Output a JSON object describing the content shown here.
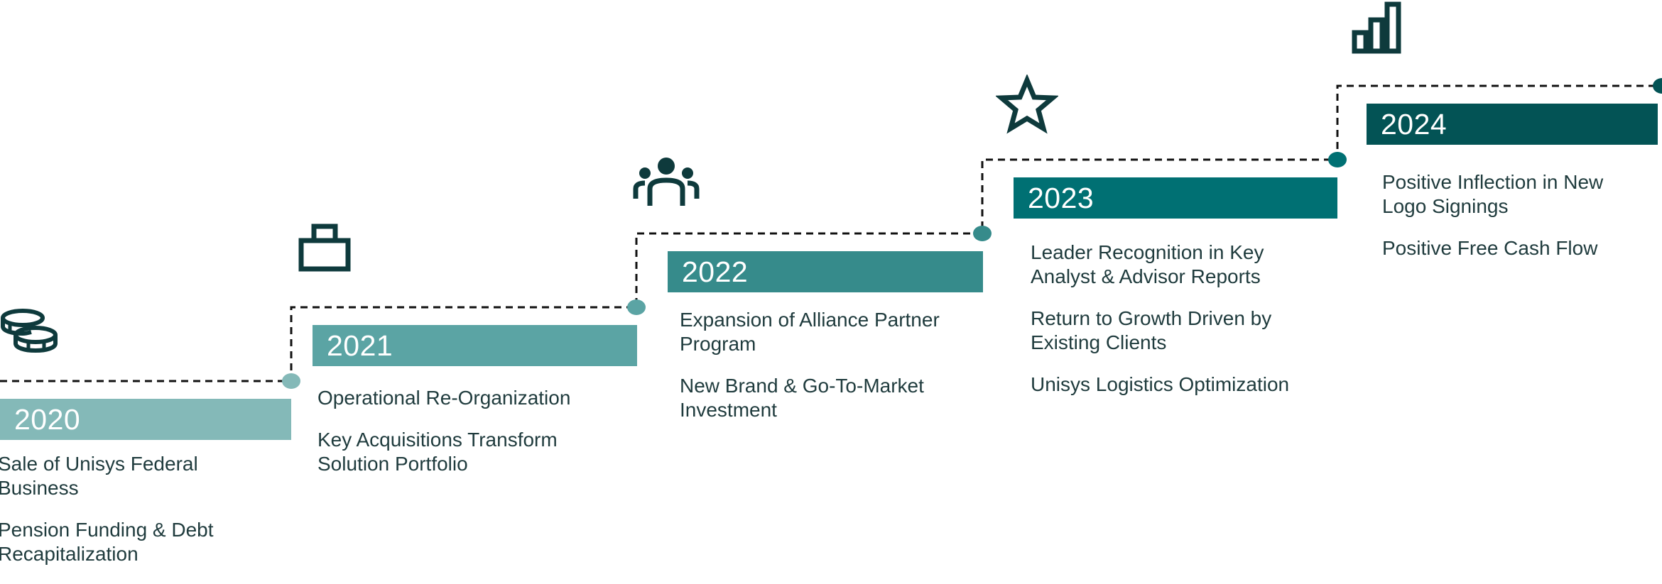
{
  "colors": {
    "y2020": "#84b9b8",
    "y2021": "#5ba4a4",
    "y2022": "#368b8b",
    "y2023": "#007073",
    "y2024": "#035355",
    "icon": "#0e3a3c",
    "text": "#1f3b3d",
    "connector": "#111111"
  },
  "milestones": [
    {
      "year": "2020",
      "icon": "coins-icon",
      "items": [
        "Sale of Unisys Federal Business",
        "Pension Funding & Debt Recapitalization"
      ]
    },
    {
      "year": "2021",
      "icon": "briefcase-icon",
      "items": [
        "Operational Re-Organization",
        "Key Acquisitions Transform Solution Portfolio"
      ]
    },
    {
      "year": "2022",
      "icon": "team-icon",
      "items": [
        "Expansion of Alliance Partner Program",
        "New Brand & Go-To-Market Investment"
      ]
    },
    {
      "year": "2023",
      "icon": "star-icon",
      "items": [
        "Leader Recognition in Key Analyst & Advisor Reports",
        "Return to Growth Driven by Existing Clients",
        "Unisys Logistics Optimization"
      ]
    },
    {
      "year": "2024",
      "icon": "bar-chart-icon",
      "items": [
        "Positive Inflection in New Logo Signings",
        "Positive Free Cash Flow"
      ]
    }
  ]
}
